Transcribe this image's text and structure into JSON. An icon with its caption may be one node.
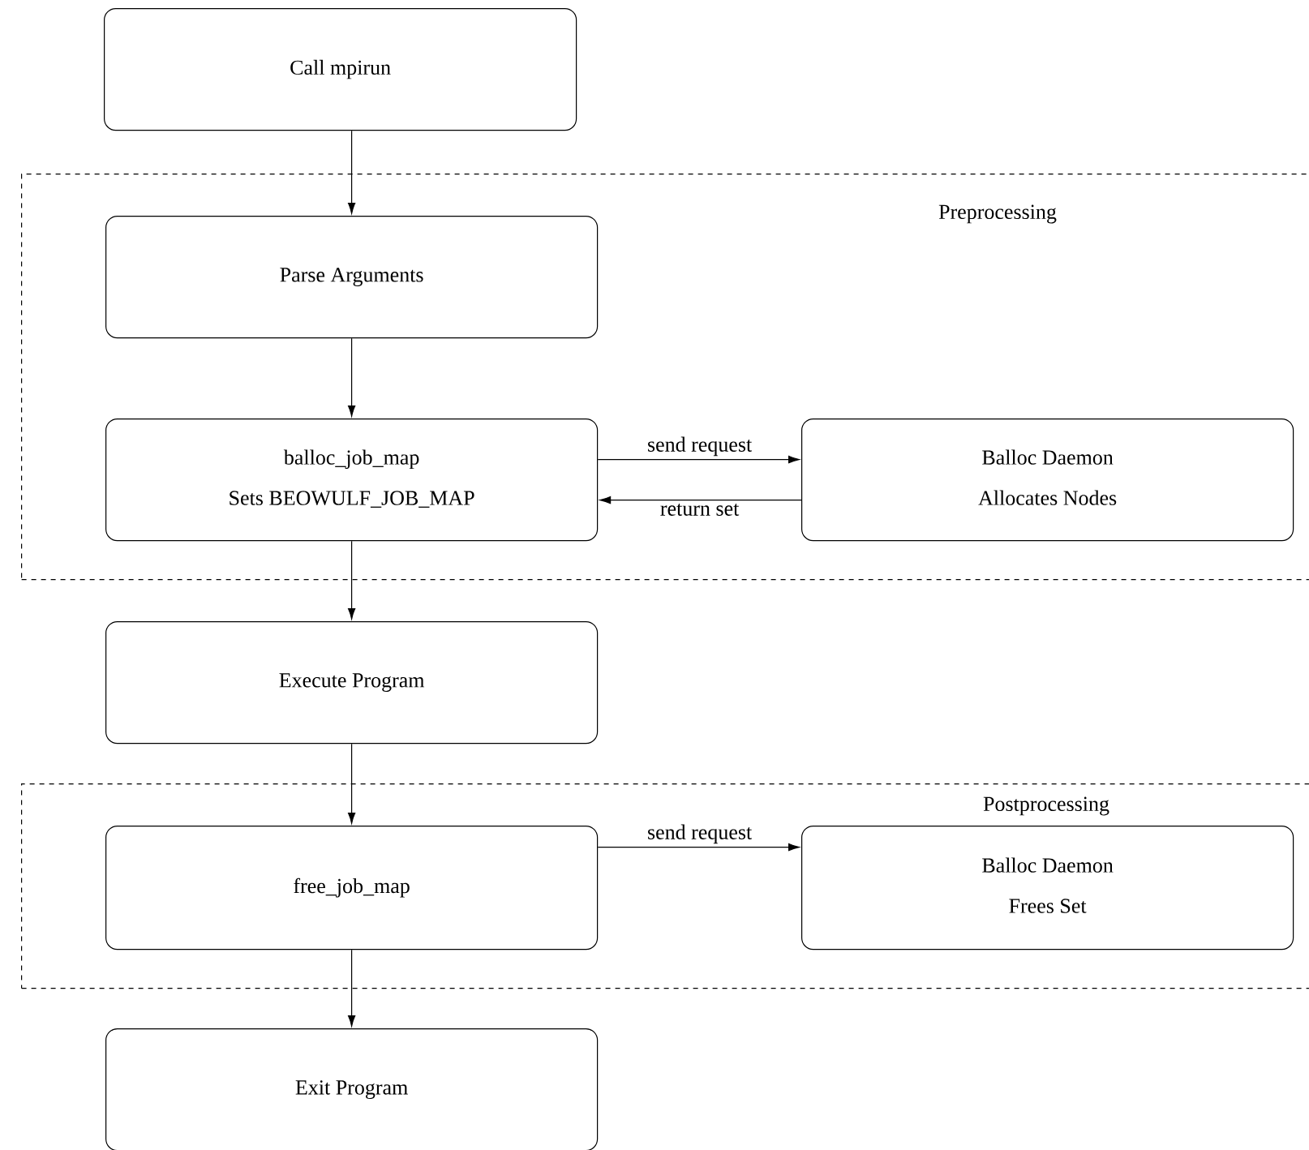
{
  "diagram": {
    "nodes": [
      {
        "text": [
          "Call mpirun"
        ]
      },
      {
        "text": [
          "Preprocessing"
        ]
      },
      {
        "text": [
          "Parse Arguments"
        ],
        "in": 1
      },
      {
        "text": [
          "balloc_job_map",
          "Sets BEOWULF_JOB_MAP"
        ],
        "in": 1
      },
      {
        "text": [
          "Balloc Daemon",
          "Allocates Nodes"
        ],
        "in": 1
      },
      {
        "text": [
          "Execute Program"
        ]
      },
      {
        "text": [
          "Postprocessing"
        ]
      },
      {
        "text": [
          "free_job_map"
        ],
        "in": 6
      },
      {
        "text": [
          "Balloc Daemon",
          "Frees Set"
        ],
        "in": 6
      },
      {
        "text": [
          "Exit Program"
        ]
      }
    ],
    "edges": [
      {
        "from": 0,
        "to": 2,
        "arrow": "to"
      },
      {
        "from": 2,
        "to": 3,
        "arrow": "to"
      },
      {
        "from": 3,
        "to": 4,
        "arrow": "to",
        "label": "send request"
      },
      {
        "from": 4,
        "to": 3,
        "arrow": "to",
        "label": "return set"
      },
      {
        "from": 3,
        "to": 5,
        "arrow": "to"
      },
      {
        "from": 5,
        "to": 7,
        "arrow": "to"
      },
      {
        "from": 7,
        "to": 8,
        "arrow": "to",
        "label": "send request"
      },
      {
        "from": 7,
        "to": 9,
        "arrow": "to"
      }
    ]
  }
}
